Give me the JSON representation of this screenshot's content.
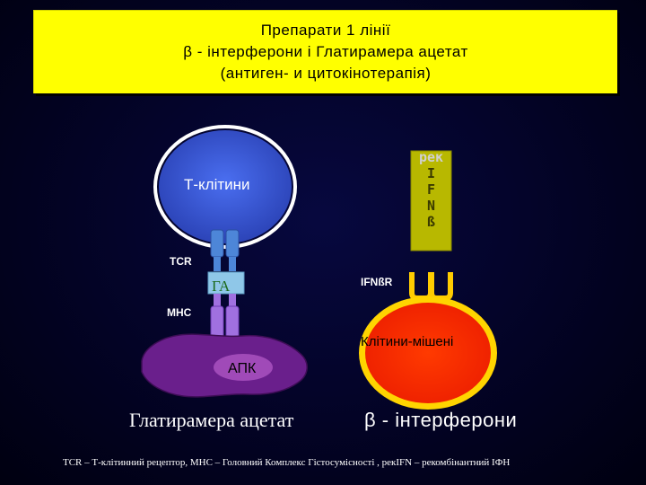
{
  "title": {
    "line1": "Препарати 1 лінії",
    "line2": "β - інтерферони і Глатирамера ацетат",
    "line3": "(антиген- и цитокінотерапія)"
  },
  "diagram": {
    "t_cell_label": "Т-клітини",
    "tcr_label": "TCR",
    "ga_label": "ГА",
    "mhc_label": "MHC",
    "apc_label": "АПК",
    "rek_letters": [
      "рек",
      "I",
      "F",
      "N",
      "ß"
    ],
    "ifn_receptor_label": "IFNßR",
    "target_cells_label": "Клітини-мішені"
  },
  "captions": {
    "left": "Глатирамера ацетат",
    "right": "β - інтерферони"
  },
  "footnote": "TCR – Т-клітинний рецептор, MHC – Головний Комплекс Гістосумісності , рекIFN – рекомбінантний ІФН",
  "colors": {
    "background": "#02022a",
    "title_box": "#ffff00",
    "t_cell": "#3b5bd8",
    "t_cell_ring": "#ffffff",
    "receptor_blue": "#4d86d8",
    "receptor_violet": "#a070e0",
    "apc": "#6a1f8c",
    "target_cell": "#ff2a00",
    "target_cell_ring": "#ffd400",
    "ifn_receptor": "#ffcc00",
    "ga": "#8fc7e8"
  }
}
